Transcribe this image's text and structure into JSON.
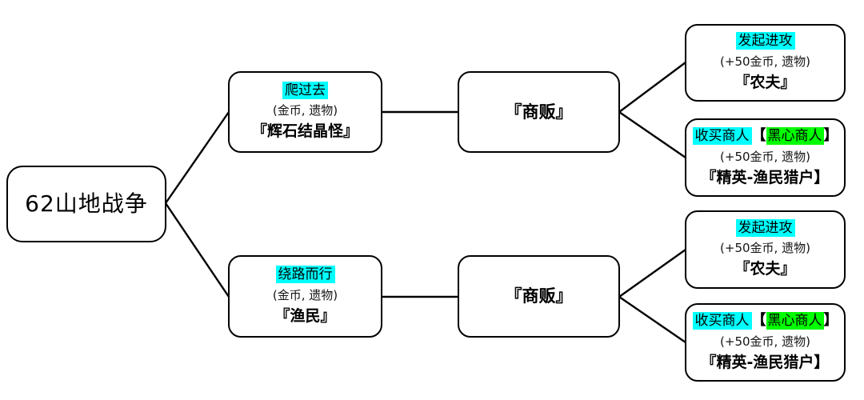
{
  "colors": {
    "cyan": "#00ffff",
    "green": "#00ff00",
    "border": "#000000",
    "bg": "#ffffff"
  },
  "tree": {
    "root": {
      "label": "62山地战争"
    },
    "top": {
      "choice": {
        "action": "爬过去",
        "reward": "(金币, 遗物)",
        "name": "『辉石结晶怪』"
      },
      "merchant": {
        "name": "『商贩』"
      },
      "attack": {
        "action": "发起进攻",
        "reward": "(+50金币, 遗物)",
        "name": "『农夫』"
      },
      "bribe": {
        "action": "收买商人",
        "bracket_open": "【",
        "tag": "黑心商人",
        "bracket_close": "】",
        "reward": "(+50金币, 遗物)",
        "name": "『精英-渔民猎户】"
      }
    },
    "bottom": {
      "choice": {
        "action": "绕路而行",
        "reward": "(金币, 遗物)",
        "name": "『渔民』"
      },
      "merchant": {
        "name": "『商贩』"
      },
      "attack": {
        "action": "发起进攻",
        "reward": "(+50金币, 遗物)",
        "name": "『农夫』"
      },
      "bribe": {
        "action": "收买商人",
        "bracket_open": "【",
        "tag": "黑心商人",
        "bracket_close": "】",
        "reward": "(+50金币, 遗物)",
        "name": "『精英-渔民猎户】"
      }
    }
  }
}
